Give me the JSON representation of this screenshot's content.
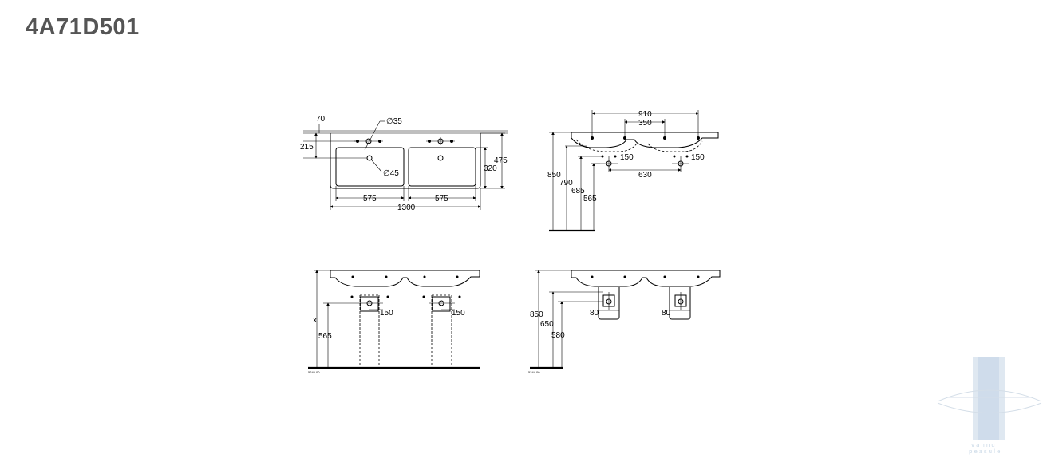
{
  "title": "4A71D501",
  "top_view": {
    "dims": {
      "d70": "70",
      "d215": "215",
      "d35": "∅35",
      "d45": "∅45",
      "d475": "475",
      "d320": "320",
      "d575a": "575",
      "d575b": "575",
      "d1300": "1300"
    }
  },
  "side_view": {
    "dims": {
      "d910": "910",
      "d350": "350",
      "d150a": "150",
      "d150b": "150",
      "d630": "630",
      "d850": "850",
      "d790": "790",
      "d685": "685",
      "d565": "565"
    }
  },
  "front_view_a": {
    "dims": {
      "dx": "x",
      "d565": "565",
      "d150a": "150",
      "d150b": "150"
    },
    "code": "5245 00"
  },
  "front_view_b": {
    "dims": {
      "d850": "850",
      "d650": "650",
      "d580": "580",
      "d80a": "80",
      "d80b": "80"
    },
    "code": "5244 00"
  },
  "colors": {
    "title": "#555555",
    "line": "#000000",
    "watermark": "#c7d7e6"
  },
  "watermark": {
    "line1": "vannu",
    "line2": "peasule"
  }
}
